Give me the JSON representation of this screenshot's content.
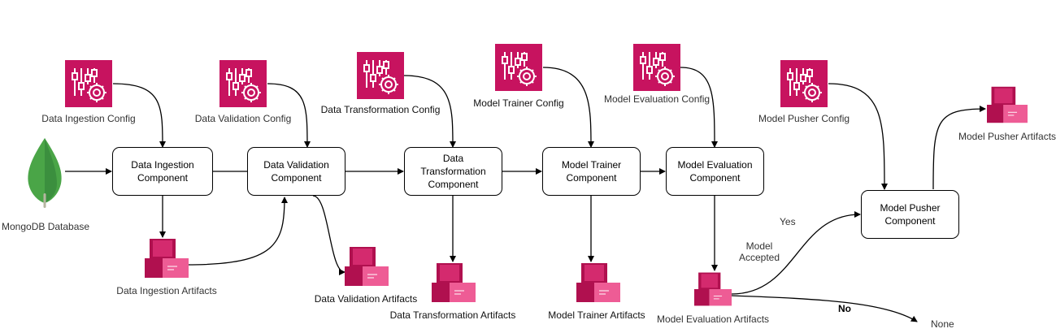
{
  "source": {
    "icon": "mongodb-leaf-icon",
    "label": "MongoDB Database"
  },
  "components": [
    {
      "id": "ingestion",
      "label": "Data Ingestion Component"
    },
    {
      "id": "validation",
      "label": "Data Validation Component"
    },
    {
      "id": "transformation",
      "label": "Data Transformation Component"
    },
    {
      "id": "trainer",
      "label": "Model Trainer Component"
    },
    {
      "id": "evaluation",
      "label": "Model Evaluation Component"
    },
    {
      "id": "pusher",
      "label": "Model Pusher Component"
    }
  ],
  "configs": [
    {
      "icon": "config-sliders-gear-icon",
      "label": "Data Ingestion Config"
    },
    {
      "icon": "config-sliders-gear-icon",
      "label": "Data Validation Config"
    },
    {
      "icon": "config-sliders-gear-icon",
      "label": "Data Transformation Config"
    },
    {
      "icon": "config-sliders-gear-icon",
      "label": "Model Trainer Config"
    },
    {
      "icon": "config-sliders-gear-icon",
      "label": "Model Evaluation Config"
    },
    {
      "icon": "config-sliders-gear-icon",
      "label": "Model Pusher Config"
    }
  ],
  "artifacts": [
    {
      "icon": "artifact-boxes-icon",
      "label": "Data Ingestion Artifacts"
    },
    {
      "icon": "artifact-boxes-icon",
      "label": "Data Validation Artifacts"
    },
    {
      "icon": "artifact-boxes-icon",
      "label": "Data Transformation Artifacts"
    },
    {
      "icon": "artifact-boxes-icon",
      "label": "Model Trainer Artifacts"
    },
    {
      "icon": "artifact-boxes-icon",
      "label": "Model Evaluation Artifacts"
    },
    {
      "icon": "artifact-boxes-icon",
      "label": "Model Pusher Artifacts"
    }
  ],
  "decision": {
    "label": "Model Accepted",
    "yes": "Yes",
    "no": "No",
    "none": "None"
  },
  "colors": {
    "config_bg": "#c7135f",
    "artifact_dark": "#b0104f",
    "artifact_mid": "#d42a6e",
    "artifact_light": "#ee5c95",
    "mongo_green": "#4aa547"
  }
}
